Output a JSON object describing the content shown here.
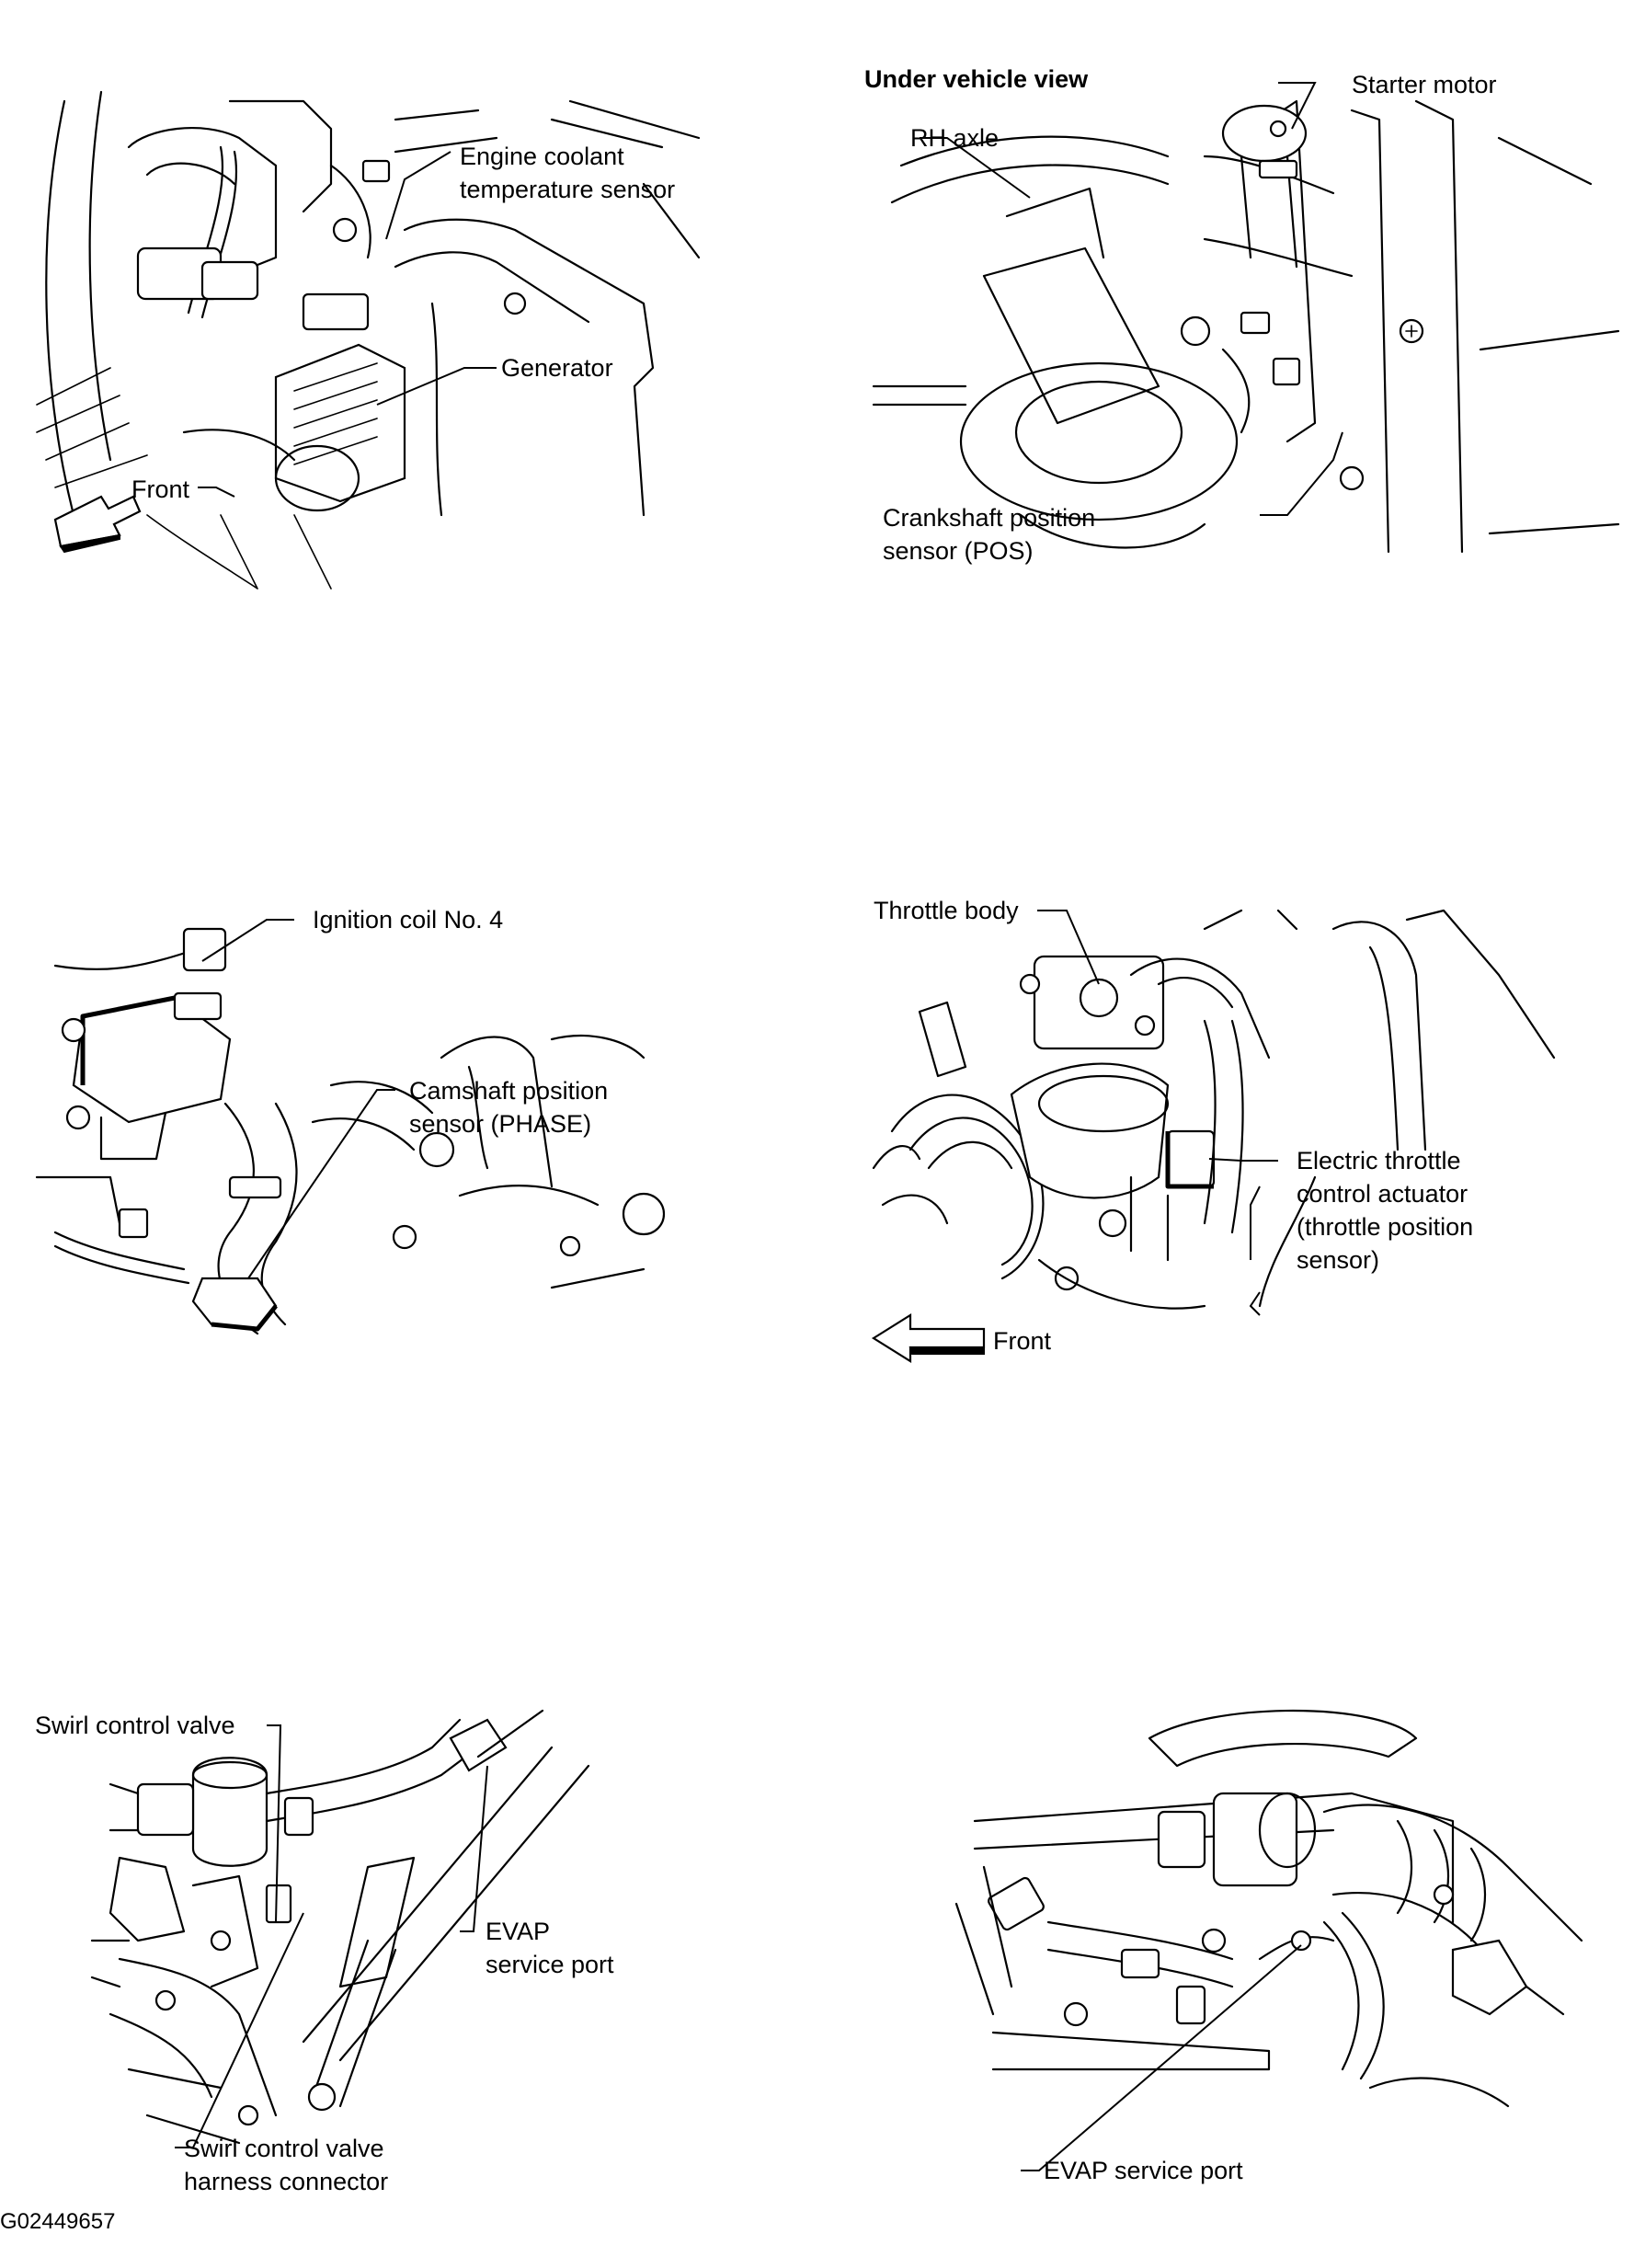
{
  "panels": {
    "p1": {
      "labels": {
        "ect_sensor": [
          "Engine coolant",
          "temperature sensor"
        ],
        "generator": "Generator",
        "front": "Front"
      }
    },
    "p2": {
      "heading": "Under vehicle view",
      "labels": {
        "starter_motor": "Starter motor",
        "rh_axle": "RH axle",
        "ckp_sensor": [
          "Crankshaft position",
          "sensor (POS)"
        ]
      }
    },
    "p3": {
      "labels": {
        "ignition_coil": "Ignition coil No. 4",
        "cmp_sensor": [
          "Camshaft position",
          "sensor (PHASE)"
        ]
      }
    },
    "p4": {
      "labels": {
        "throttle_body": "Throttle body",
        "etc_actuator": [
          "Electric throttle",
          "control actuator",
          "(throttle position",
          "sensor)"
        ],
        "front": "Front"
      }
    },
    "p5": {
      "labels": {
        "swirl_valve": "Swirl control valve",
        "evap_port": [
          "EVAP",
          "service port"
        ],
        "swirl_connector": [
          "Swirl control valve",
          "harness connector"
        ]
      }
    },
    "p6": {
      "labels": {
        "evap_port": "EVAP service port"
      }
    }
  },
  "figure_id": "G02449657"
}
